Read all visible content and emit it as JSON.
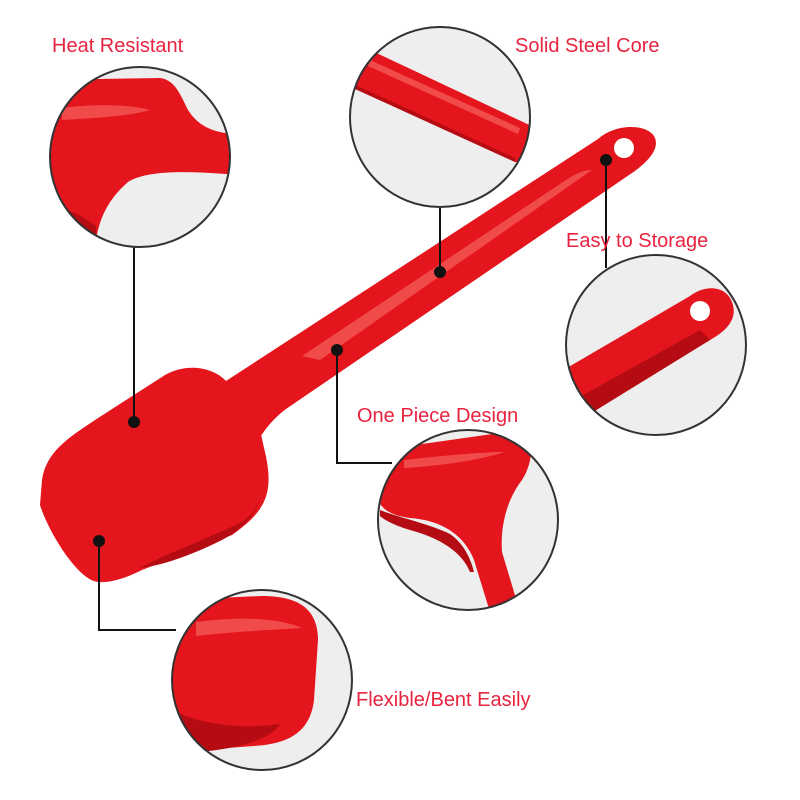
{
  "colors": {
    "label": "#e8233f",
    "spatula": "#e4151c",
    "spatula_shade": "#b40c12",
    "spatula_highlight": "#f14a4a",
    "zoom_bg": "#eeeeee",
    "zoom_border": "#333333",
    "leader": "#111111"
  },
  "callouts": {
    "heat": "Heat Resistant",
    "steel": "Solid Steel Core",
    "storage": "Easy to Storage",
    "piece": "One Piece Design",
    "flexible": "Flexible/Bent Easily"
  }
}
